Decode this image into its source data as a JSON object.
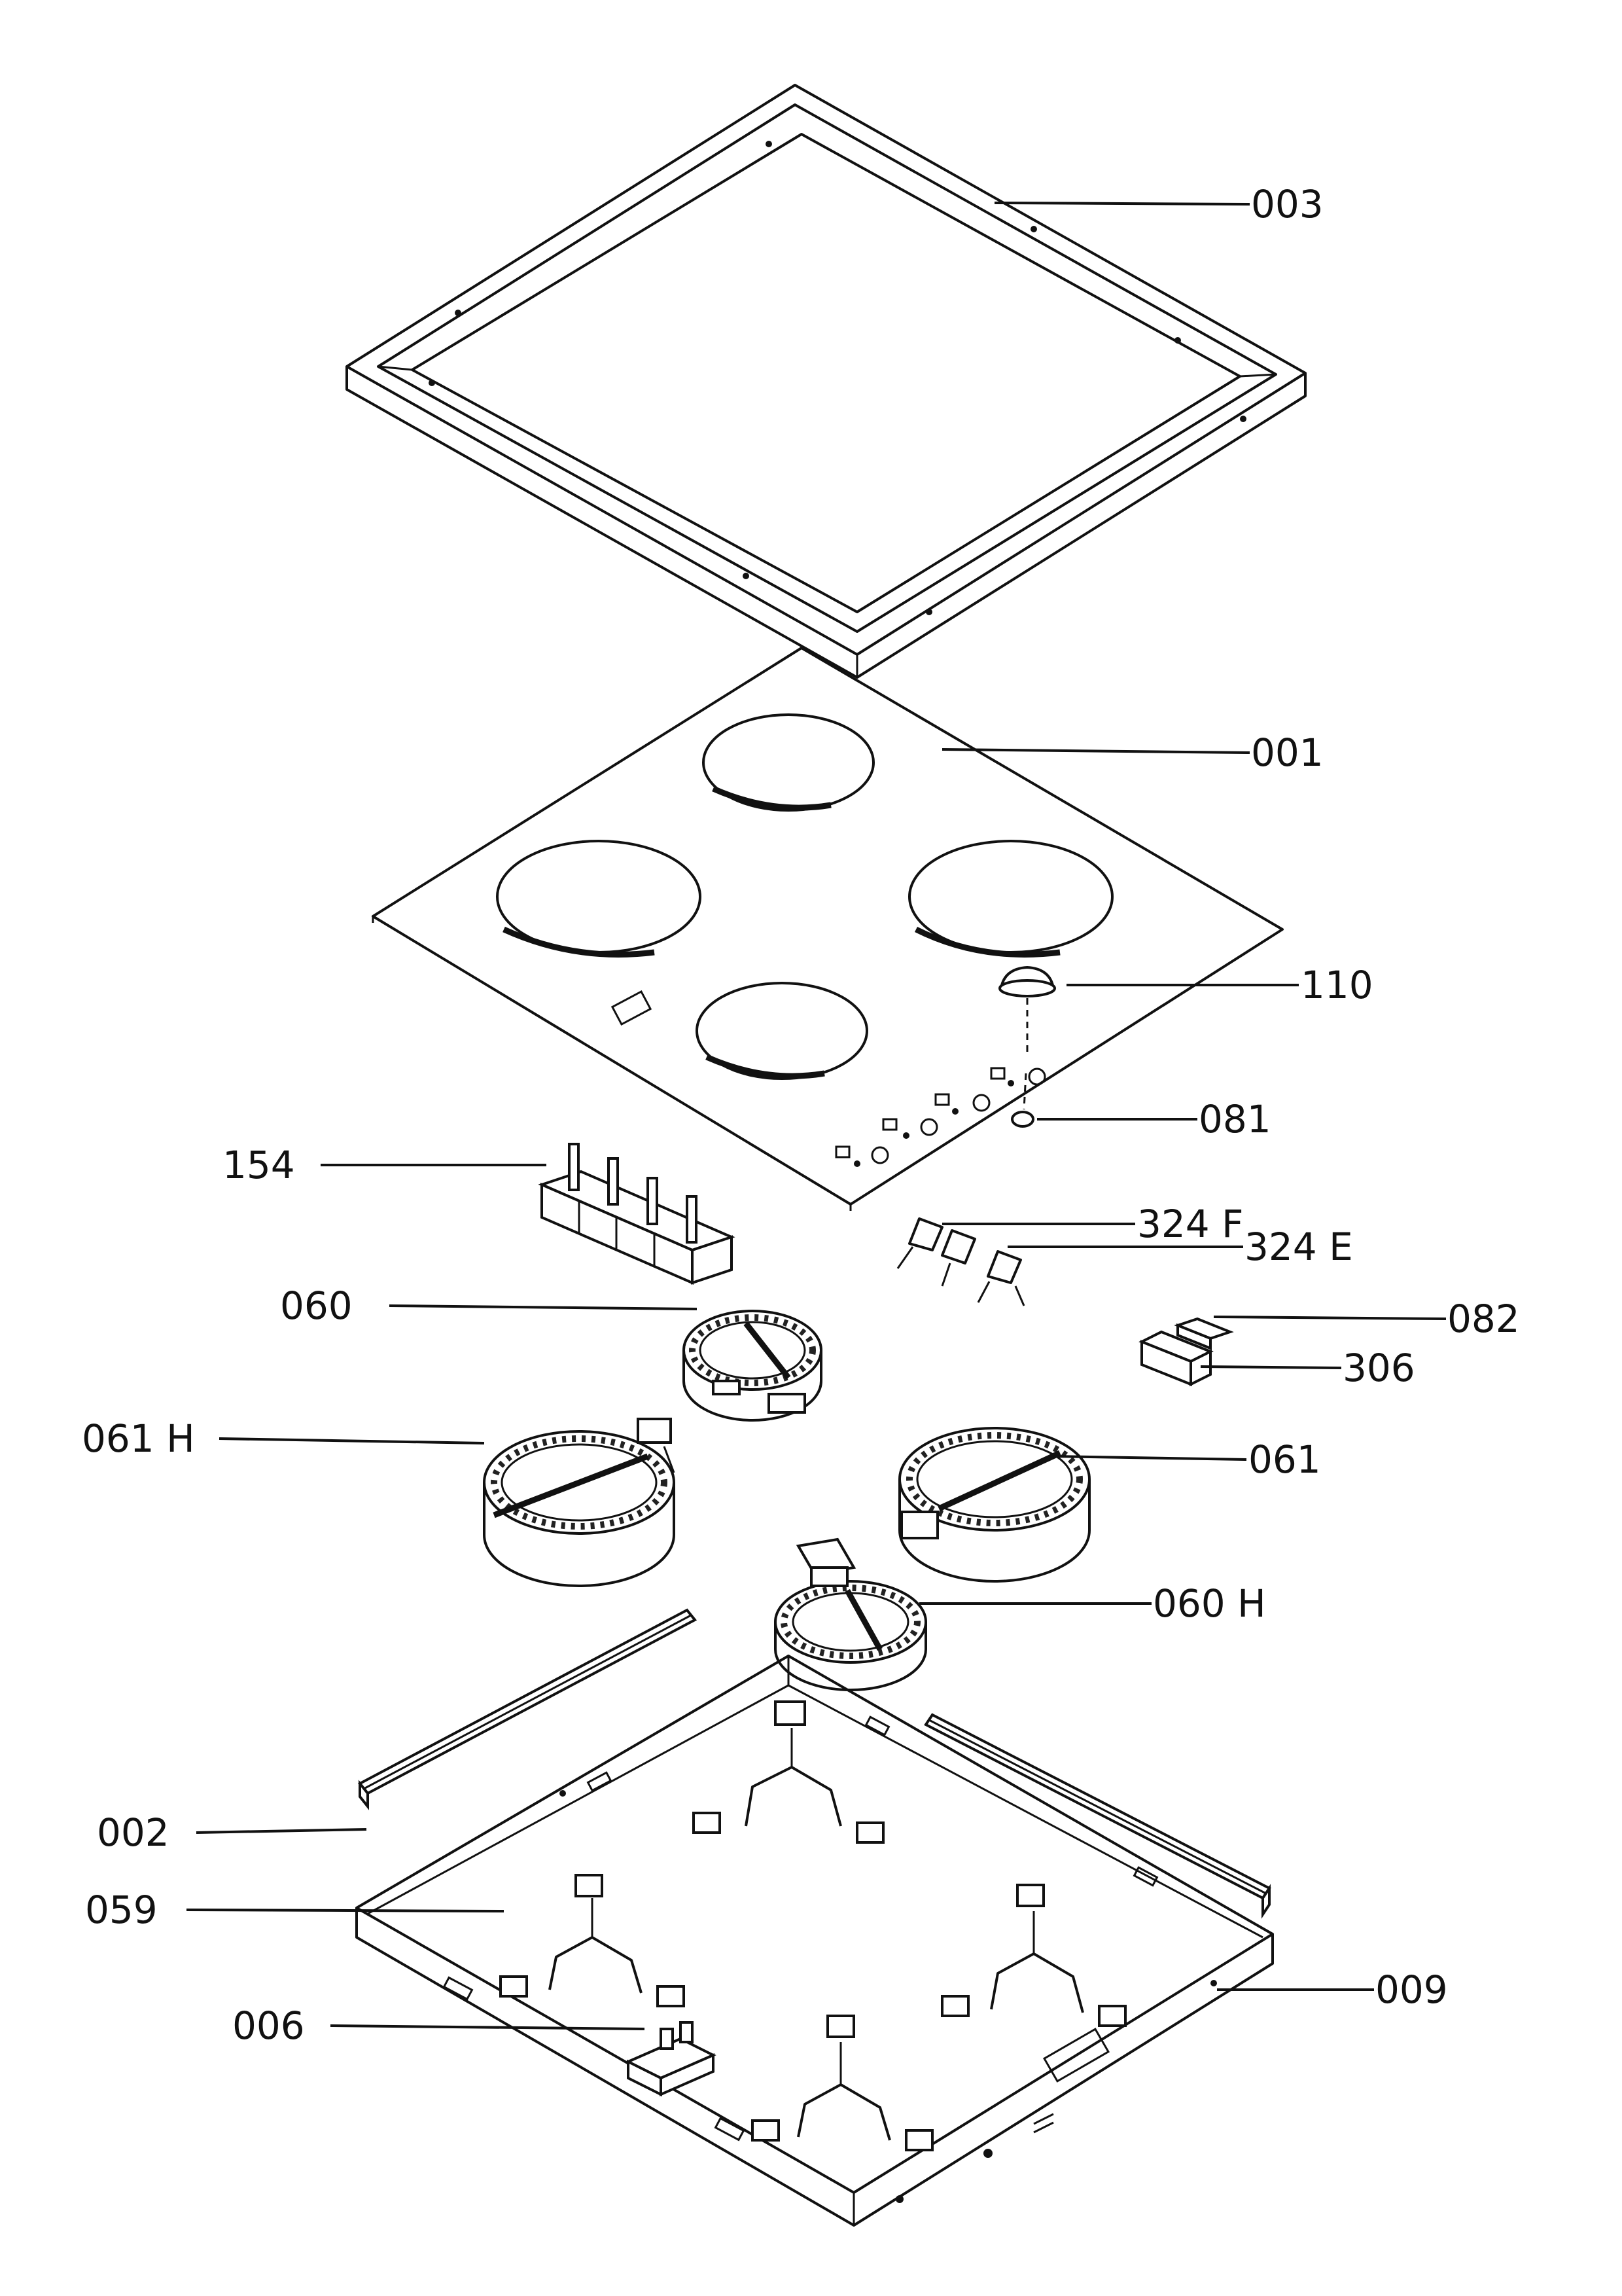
{
  "diagram": {
    "labels": {
      "p003": "003",
      "p001": "001",
      "p110": "110",
      "p081": "081",
      "p154": "154",
      "p324f": "324 F",
      "p324e": "324 E",
      "p060": "060",
      "p082": "082",
      "p306": "306",
      "p061h": "061 H",
      "p061": "061",
      "p060h": "060 H",
      "p002": "002",
      "p059": "059",
      "p006": "006",
      "p009": "009"
    },
    "colors": {
      "ink": "#111111",
      "paper": "#ffffff"
    }
  }
}
